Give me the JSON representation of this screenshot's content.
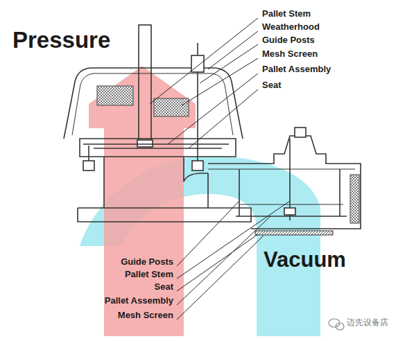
{
  "diagram": {
    "labels": [
      "Pressure",
      "Pallet Stem",
      "Weatherhood",
      "Guide Posts",
      "Mesh Screen",
      "Pallet Assembly",
      "Seat",
      "Guide Posts",
      "Pallet Stem",
      "Seat",
      "Pallet Assembly",
      "Mesh Screen",
      "Vacuum",
      "迈先设备店"
    ]
  }
}
